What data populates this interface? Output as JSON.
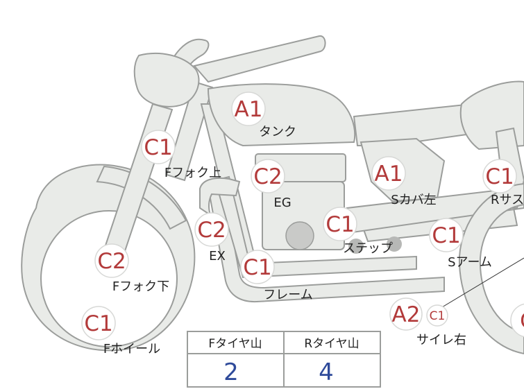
{
  "colors": {
    "grade": "#b23a3a",
    "value": "#2e4a9a",
    "part_fill": "#e9ebe8",
    "part_stroke": "#9b9d9b"
  },
  "badges": [
    {
      "id": "tank-grade",
      "grade": "A1",
      "label": "タンク"
    },
    {
      "id": "ffork-upper-grade",
      "grade": "C1",
      "label": "Fフォク上"
    },
    {
      "id": "engine-grade",
      "grade": "C2",
      "label": "EG"
    },
    {
      "id": "sidecover-left-grade",
      "grade": "A1",
      "label": "Sカバ左"
    },
    {
      "id": "rsus-grade",
      "grade": "C1",
      "label": "Rサス"
    },
    {
      "id": "exhaust-grade",
      "grade": "C2",
      "label": "EX"
    },
    {
      "id": "step-grade",
      "grade": "C1",
      "label": "ステップ"
    },
    {
      "id": "swingarm-grade",
      "grade": "C1",
      "label": "Sアーム"
    },
    {
      "id": "ffork-lower-grade",
      "grade": "C2",
      "label": "Fフォク下"
    },
    {
      "id": "frame-grade",
      "grade": "C1",
      "label": "フレーム"
    },
    {
      "id": "fwheel-grade",
      "grade": "C1",
      "label": "Fホイール"
    },
    {
      "id": "silencer-right-grade",
      "grade": "A2",
      "label": "サイレ右"
    },
    {
      "id": "silencer-right-subgrade",
      "grade": "C1",
      "label": ""
    },
    {
      "id": "rwheel-grade",
      "grade": "C",
      "label": ""
    }
  ],
  "tire_table": {
    "headers": [
      "Fタイヤ山",
      "Rタイヤ山"
    ],
    "values": [
      "2",
      "4"
    ]
  }
}
